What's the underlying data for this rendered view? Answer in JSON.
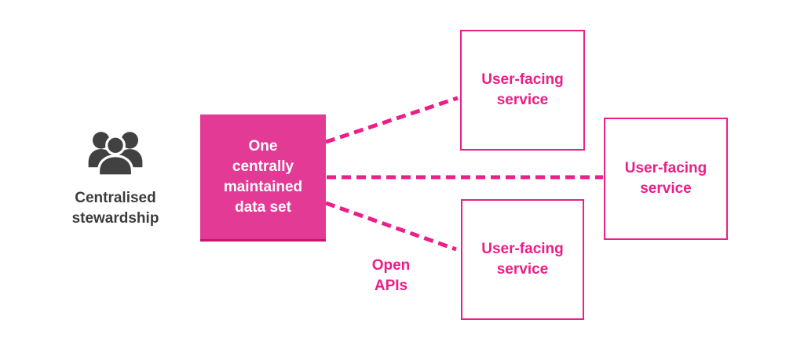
{
  "colors": {
    "background": "#FFFFFF",
    "fill_pink": "#E23A95",
    "line_pink": "#EC1E87",
    "dark_bottom_edge": "#C9136F",
    "text_dark": "#3C3C3E",
    "icon_gray": "#414141",
    "text_white": "#FFFFFF"
  },
  "stewardship": {
    "icon": "people-group-icon",
    "label_lines": [
      "Centralised",
      "stewardship"
    ]
  },
  "central_box": {
    "label_lines": [
      "One",
      "centrally",
      "maintained",
      "data set"
    ]
  },
  "open_apis": {
    "label_lines": [
      "Open",
      "APIs"
    ]
  },
  "services": {
    "top": {
      "label_lines": [
        "User-facing",
        "service"
      ]
    },
    "right": {
      "label_lines": [
        "User-facing",
        "service"
      ]
    },
    "bottom": {
      "label_lines": [
        "User-facing",
        "service"
      ]
    }
  }
}
